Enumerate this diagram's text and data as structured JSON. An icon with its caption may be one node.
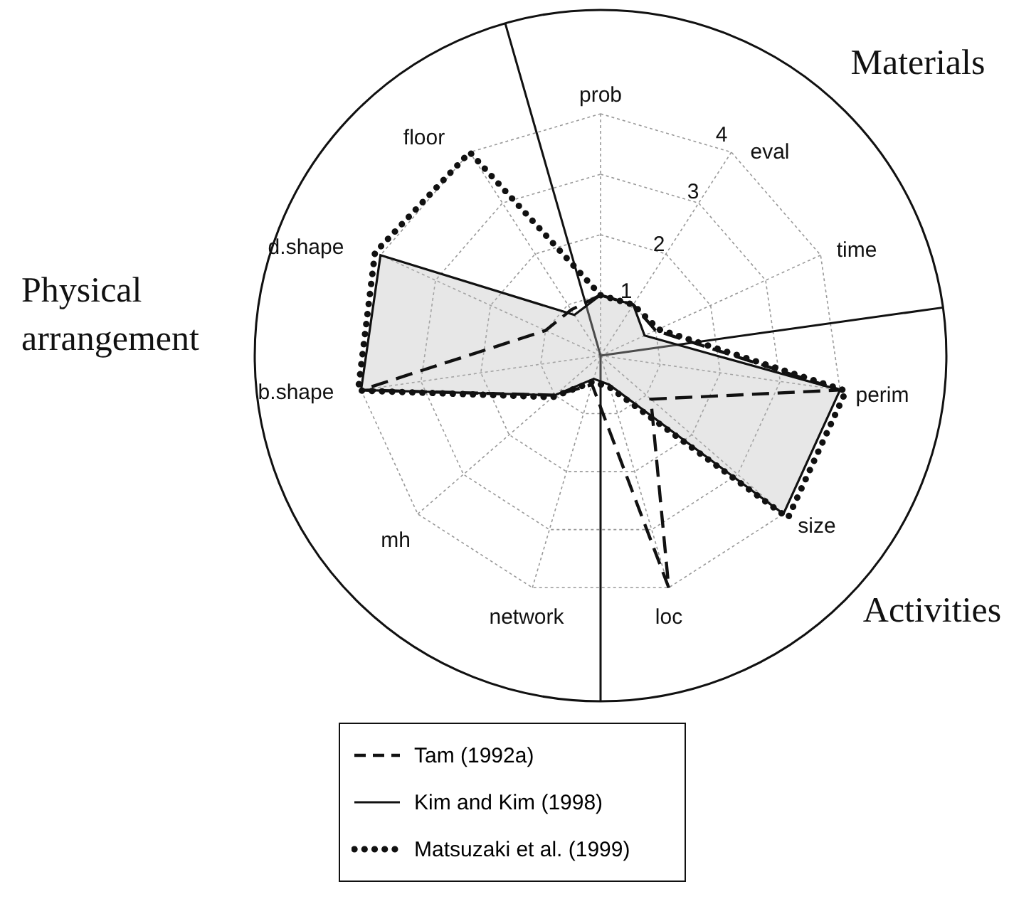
{
  "diagram": {
    "labels": [
      "Materials",
      "prob",
      "4",
      "eval",
      "floor",
      "3",
      "2",
      "d.shape",
      "time",
      "Physical arrangement",
      "1",
      "b.shape",
      "perim",
      "mh",
      "size",
      "network",
      "loc",
      "Activities"
    ],
    "legend": [
      {
        "text": "Tam (1992a)"
      },
      {
        "text": "Kim and Kim (1998)"
      },
      {
        "text": "Matsuzaki et al. (1999)"
      }
    ]
  }
}
